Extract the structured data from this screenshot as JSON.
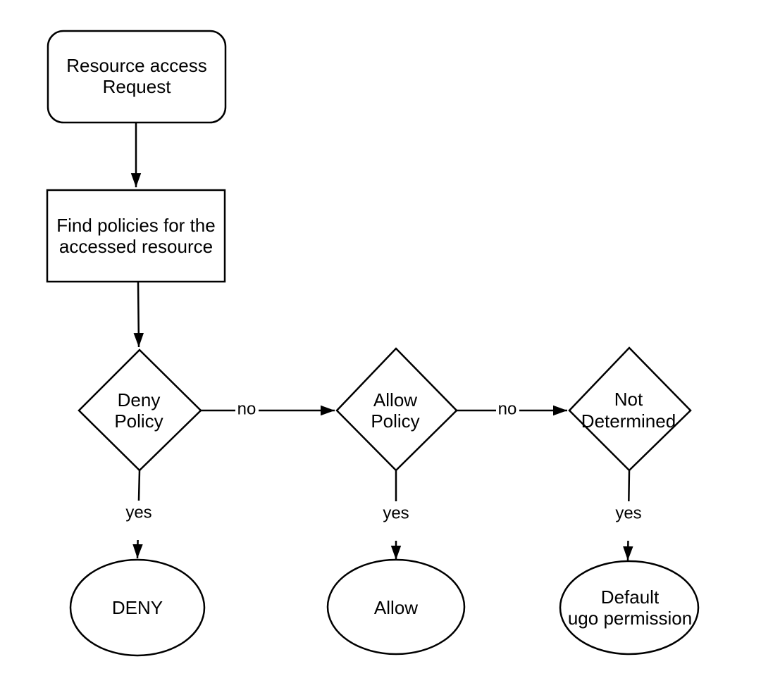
{
  "diagram": {
    "colors": {
      "background": "#ffffff",
      "stroke": "#000000",
      "text": "#000000"
    },
    "nodes": {
      "start": {
        "shape": "rounded-rectangle",
        "line1": "Resource access",
        "line2": "Request"
      },
      "find_policies": {
        "shape": "rectangle",
        "line1": "Find policies for the",
        "line2": "accessed resource"
      },
      "deny_policy": {
        "shape": "diamond",
        "line1": "Deny",
        "line2": "Policy"
      },
      "allow_policy": {
        "shape": "diamond",
        "line1": "Allow",
        "line2": "Policy"
      },
      "not_determined": {
        "shape": "diamond",
        "line1": "Not",
        "line2": "Determined"
      },
      "deny_result": {
        "shape": "ellipse",
        "line1": "DENY"
      },
      "allow_result": {
        "shape": "ellipse",
        "line1": "Allow"
      },
      "default_result": {
        "shape": "ellipse",
        "line1": "Default",
        "line2": "ugo permission"
      }
    },
    "edges": {
      "deny_policy_to_allow_policy": {
        "label": "no"
      },
      "allow_policy_to_not_determined": {
        "label": "no"
      },
      "deny_policy_to_deny": {
        "label": "yes"
      },
      "allow_policy_to_allow": {
        "label": "yes"
      },
      "not_determined_to_default": {
        "label": "yes"
      }
    }
  }
}
